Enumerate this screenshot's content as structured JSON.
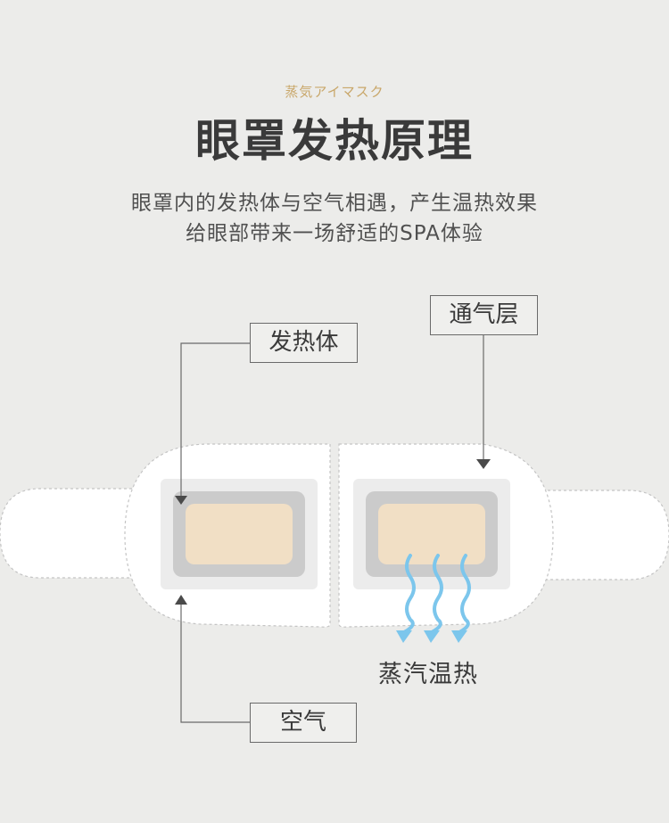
{
  "header": {
    "subtitle_jp": "蒸気アイマスク",
    "title": "眼罩发热原理",
    "description_line1": "眼罩内的发热体与空气相遇，产生温热效果",
    "description_line2": "给眼部带来一场舒适的SPA体验"
  },
  "labels": {
    "heating_element": "发热体",
    "ventilation_layer": "通气层",
    "air": "空气",
    "steam_heat": "蒸汽温热"
  },
  "colors": {
    "background": "#ececea",
    "accent_gold": "#c9a76a",
    "pad_fill": "#f1dfc5",
    "pad_frame": "#cbcbcb",
    "steam_arrow": "#7cc6ec"
  }
}
